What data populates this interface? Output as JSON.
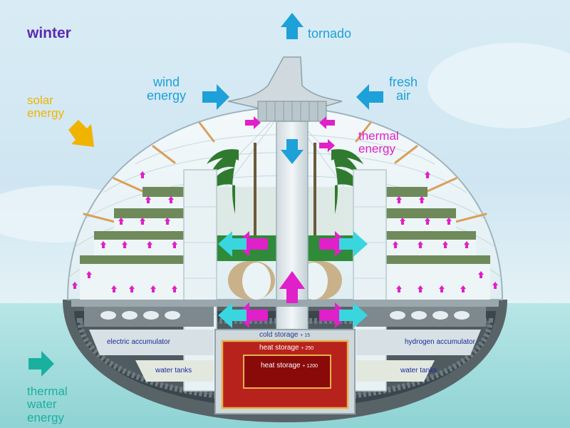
{
  "season": "winter",
  "labels": {
    "tornado": "tornado",
    "solar_energy": [
      "solar",
      "energy"
    ],
    "wind_energy": [
      "wind",
      "energy"
    ],
    "fresh_air": [
      "fresh",
      "air"
    ],
    "thermal_energy": [
      "thermal",
      "energy"
    ],
    "thermal_water_energy": [
      "thermal",
      "water",
      "energy"
    ],
    "electric_accumulator": "electric accumulator",
    "hydrogen_accumulator": "hydrogen accumulator",
    "water_tanks_left": "water tanks",
    "water_tanks_right": "water tanks",
    "cold_storage": "cold storage",
    "cold_storage_value": "+ 15",
    "heat_storage_outer": "heat storage",
    "heat_storage_outer_value": "+ 250",
    "heat_storage_inner": "heat storage",
    "heat_storage_inner_value": "+ 1200"
  },
  "icons": {
    "up_arrow": "arrow-up-icon",
    "right_arrow": "arrow-right-icon",
    "left_arrow": "arrow-left-icon",
    "down_arrow": "arrow-down-icon",
    "diagonal_arrow": "arrow-down-right-icon"
  },
  "colors": {
    "winter": "#5a2ab0",
    "solar": "#f0b400",
    "wind": "#1ea0d8",
    "thermal": "#e020c8",
    "thermal_water": "#1ab0a0",
    "accumulator_text": "#1a2a9a",
    "heat_outer": "#b8221c",
    "heat_inner": "#8a0a0a",
    "sea": "#a8dfe0"
  }
}
